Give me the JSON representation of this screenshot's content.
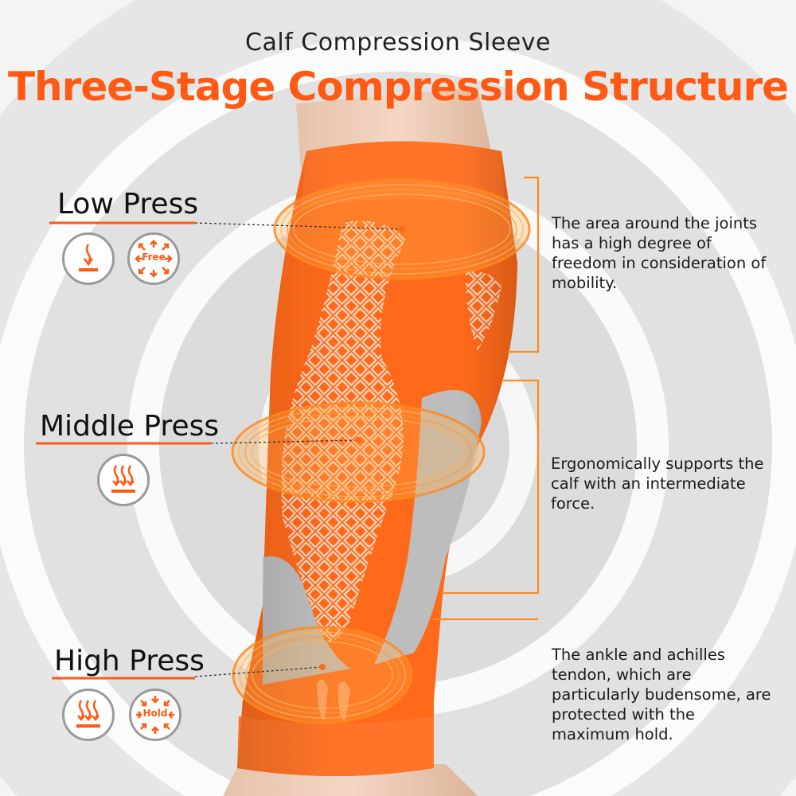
{
  "header": {
    "subtitle": "Calf Compression Sleeve",
    "title": "Three-Stage Compression Structure"
  },
  "zones": [
    {
      "label": "Low Press",
      "description": "The area around the joints has a high degree of freedom in consideration of mobility.",
      "icons": [
        "downward-press-icon",
        "free-expand-icon"
      ],
      "icon_text": "Free"
    },
    {
      "label": "Middle Press",
      "description": "Ergonomically supports the calf with an intermediate force.",
      "icons": [
        "heat-wave-press-icon"
      ]
    },
    {
      "label": "High Press",
      "description": "The ankle and achilles tendon, which are particularly budensome, are protected with the maximum hold.",
      "icons": [
        "heat-wave-press-icon",
        "hold-compress-icon"
      ],
      "icon_text": "Hold"
    }
  ],
  "colors": {
    "accent": "#ff5a14",
    "sleeve": "#ff6a1a",
    "sleeve_gray": "#b9b9b9",
    "icon_border": "#9a9a9a"
  }
}
